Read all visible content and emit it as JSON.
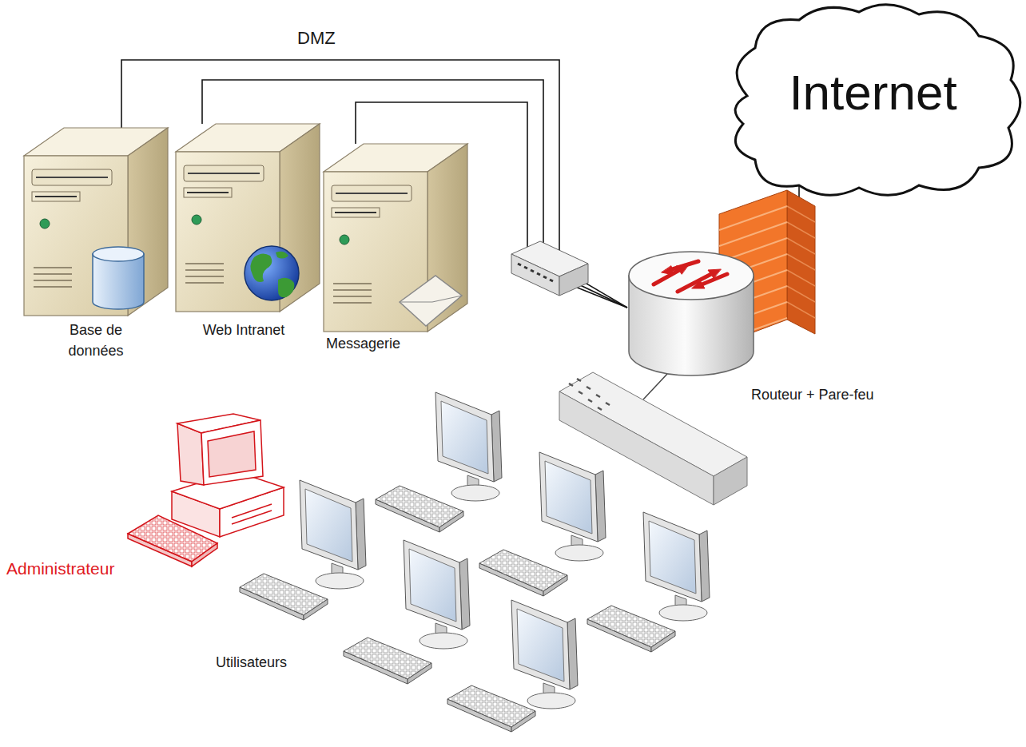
{
  "diagram": {
    "nodes": [
      {
        "text": [
          "Internet"
        ]
      },
      {
        "text": [
          "Base de données"
        ]
      },
      {
        "text": [
          "Web Intranet"
        ]
      },
      {
        "text": [
          "Messagerie"
        ]
      },
      {
        "text": [
          "Routeur + Pare-feu"
        ]
      }
    ],
    "edges": [
      {
        "from": 1,
        "to": 4,
        "arrow": "none"
      },
      {
        "from": 2,
        "to": 4,
        "arrow": "none"
      },
      {
        "from": 3,
        "to": 4,
        "arrow": "none"
      },
      {
        "from": 0,
        "to": 4,
        "arrow": "none"
      }
    ],
    "labels": [
      "DMZ",
      "Administrateur",
      "Utilisateurs"
    ]
  }
}
